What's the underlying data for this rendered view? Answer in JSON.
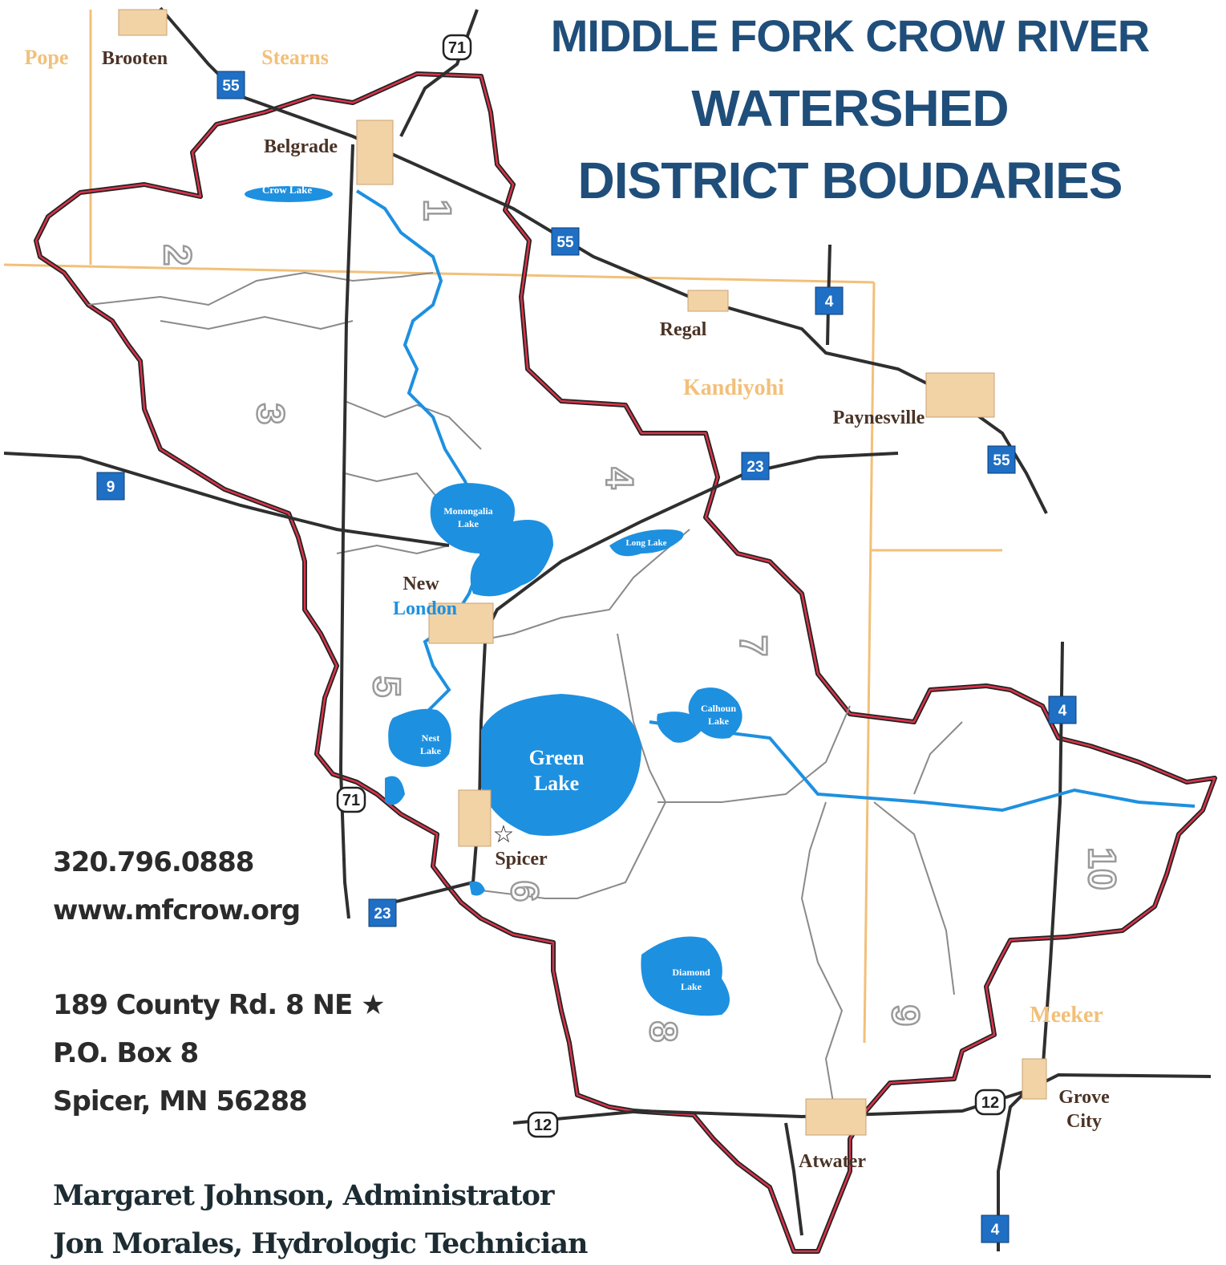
{
  "title": {
    "line1": "MIDDLE FORK CROW RIVER",
    "line2": "WATERSHED",
    "line3": "DISTRICT BOUDARIES"
  },
  "contact": {
    "phone": "320.796.0888",
    "website": "www.mfcrow.org",
    "address1": "189 County Rd. 8 NE",
    "address2": "P.O. Box 8",
    "address3": "Spicer, MN 56288"
  },
  "staff": [
    "Margaret Johnson, Administrator",
    "Jon Morales, Hydrologic Technician"
  ],
  "counties": [
    "Pope",
    "Stearns",
    "Kandiyohi",
    "Meeker"
  ],
  "towns": [
    "Brooten",
    "Belgrade",
    "Regal",
    "Paynesville",
    "New",
    "London",
    "Spicer",
    "Atwater",
    "Grove",
    "City"
  ],
  "lakes": [
    "Crow Lake",
    "Monongalia",
    "Lake",
    "Long Lake",
    "Calhoun",
    "Lake",
    "Nest",
    "Lake",
    "Green",
    "Lake",
    "Diamond",
    "Lake"
  ],
  "districts": [
    "1",
    "2",
    "3",
    "4",
    "5",
    "6",
    "7",
    "8",
    "9",
    "10"
  ],
  "highways": {
    "interstate": [
      "55",
      "55",
      "55",
      "4",
      "4",
      "4",
      "9",
      "23",
      "23"
    ],
    "us": [
      "71",
      "71",
      "12",
      "12"
    ]
  },
  "colors": {
    "title": "#1f4e7a",
    "boundary_red": "#d9344a",
    "river_blue": "#1e90e0",
    "town_fill": "#f2d3a6",
    "county_line": "#f2c07a",
    "road": "#333333"
  }
}
